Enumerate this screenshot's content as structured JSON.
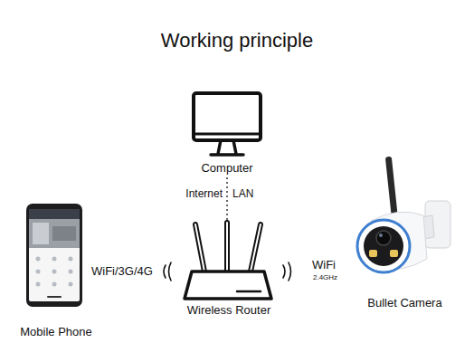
{
  "diagram": {
    "title": "Working principle",
    "nodes": [
      {
        "text": [
          "Computer"
        ]
      },
      {
        "text": [
          "Mobile Phone"
        ]
      },
      {
        "text": [
          "Wireless Router"
        ]
      },
      {
        "text": [
          "Bullet Camera"
        ]
      }
    ],
    "edges": [
      {
        "from": 0,
        "to": 2,
        "arrow": "none"
      }
    ],
    "labels": [
      "Internet",
      "LAN",
      "WiFi/3G/4G",
      "WiFi",
      "2.4GHz"
    ]
  }
}
